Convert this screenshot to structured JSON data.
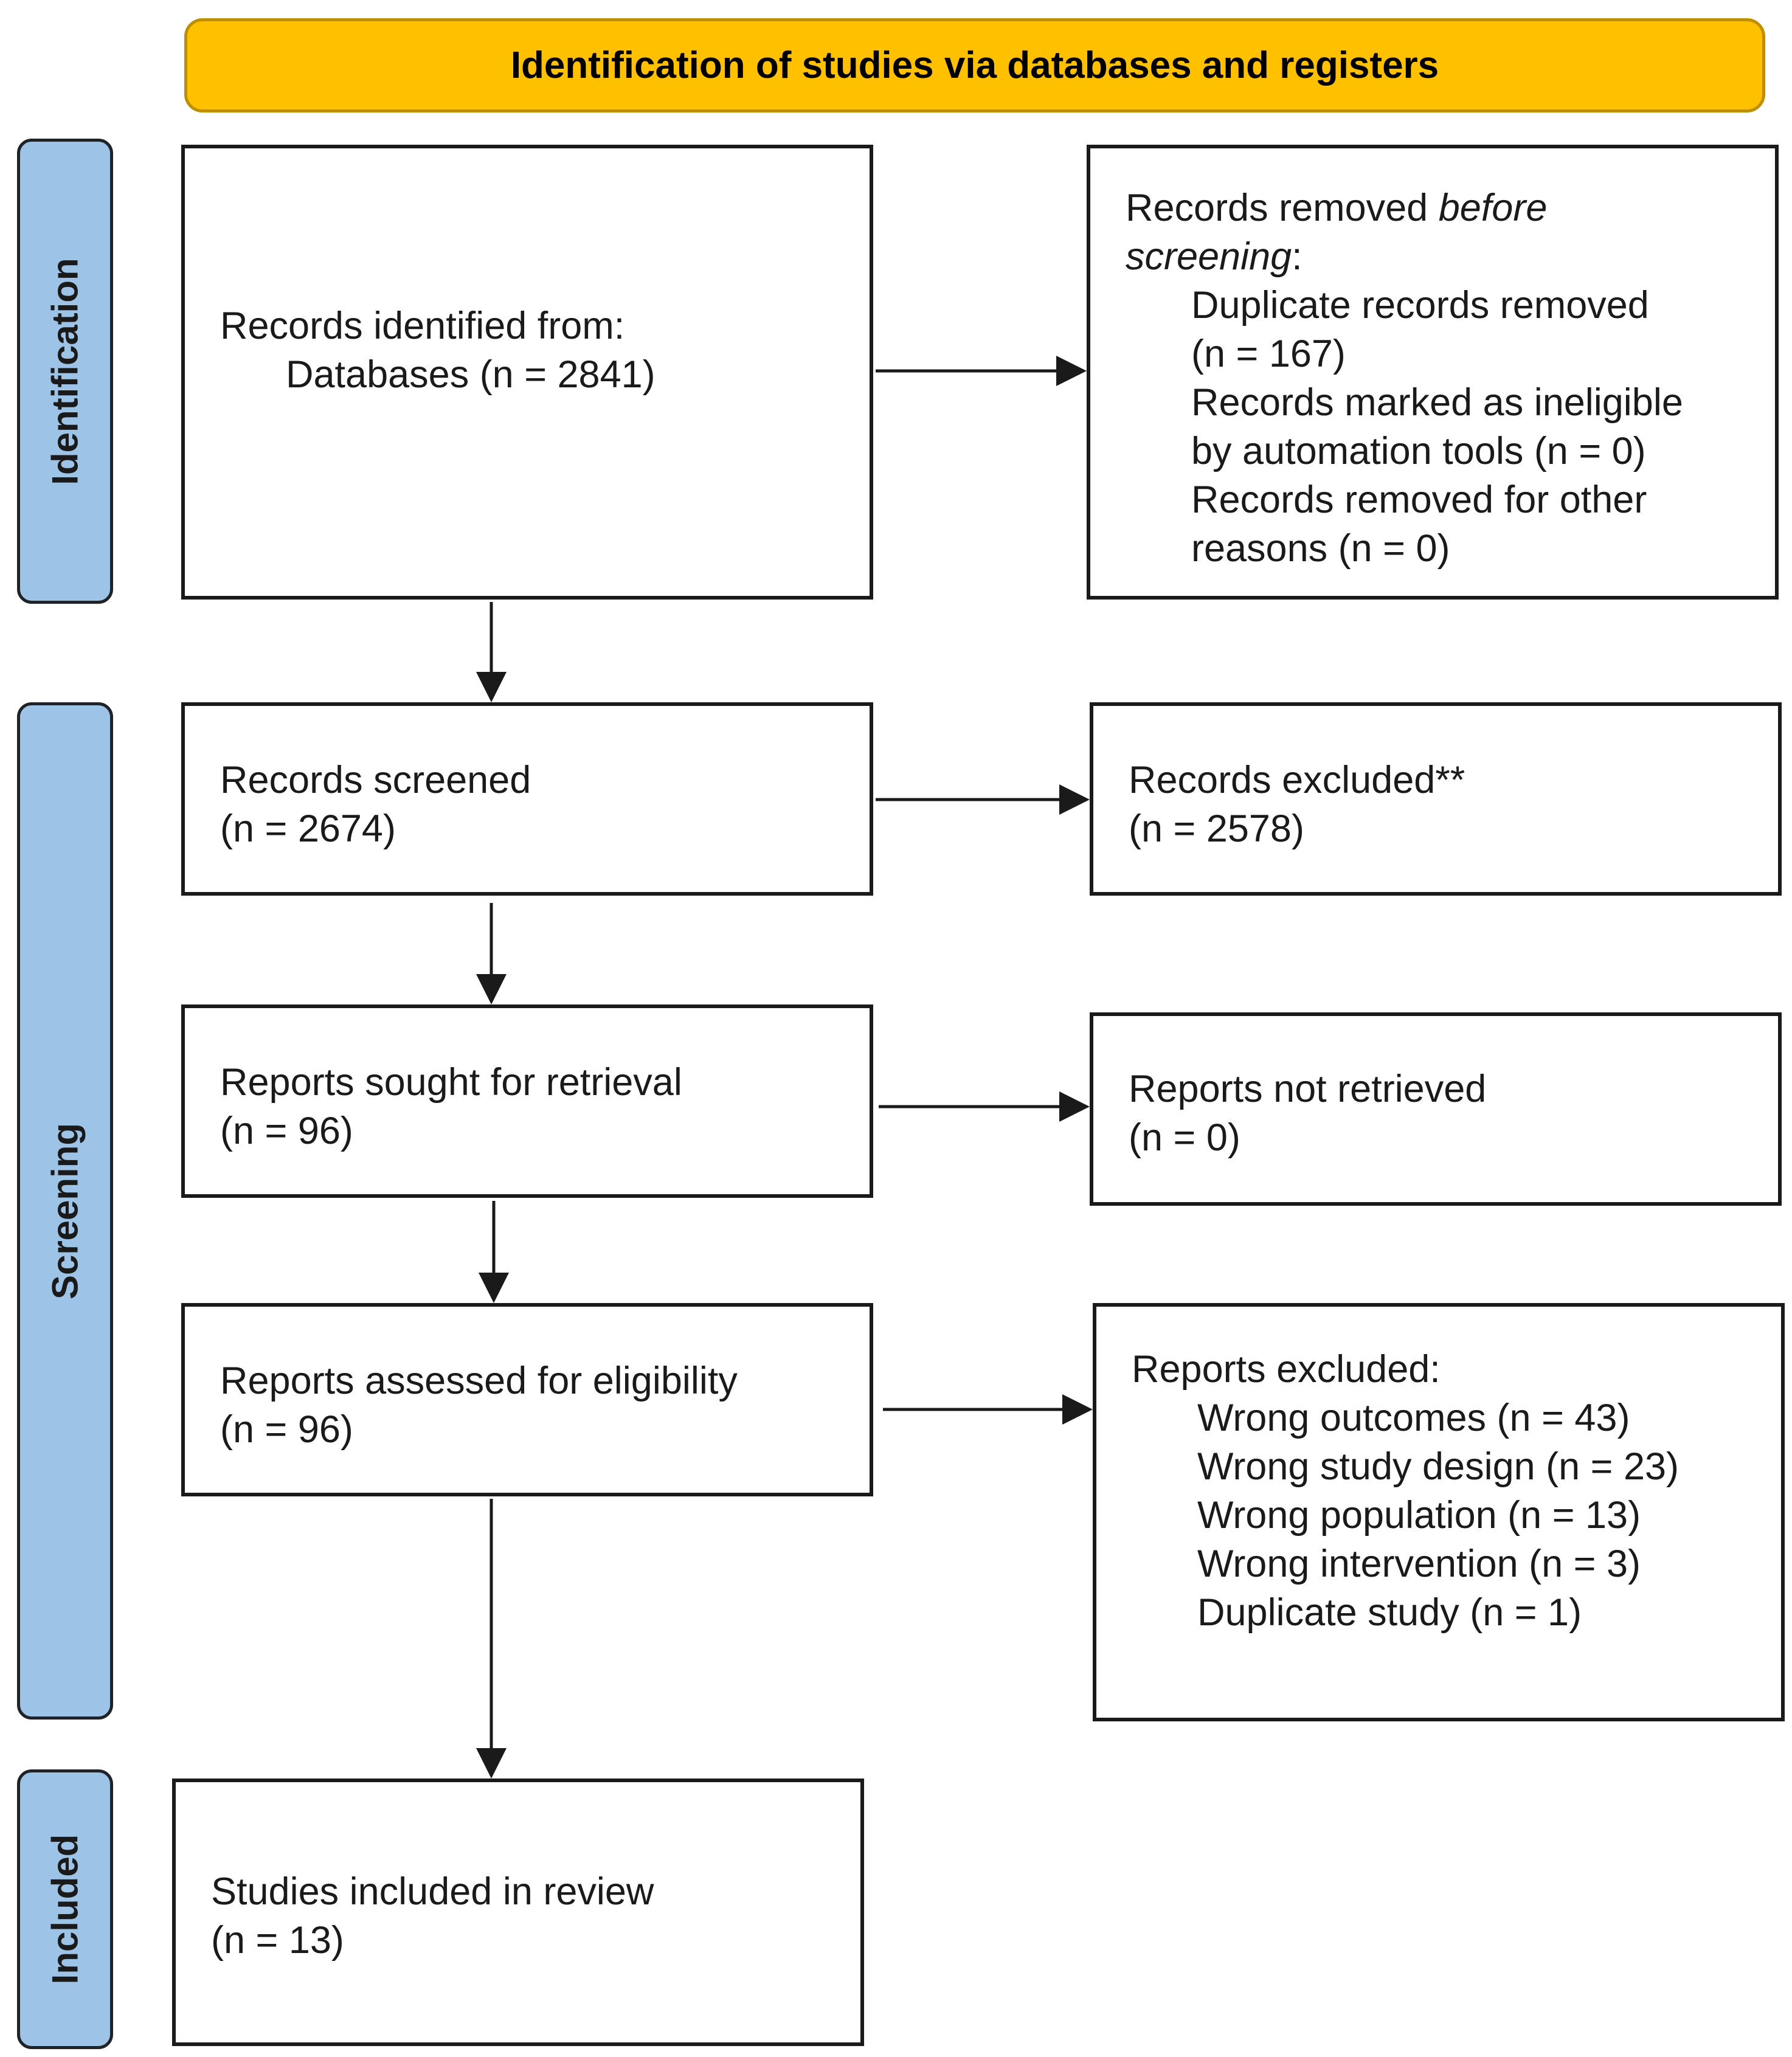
{
  "header": {
    "title": "Identification of studies via databases and registers"
  },
  "phases": {
    "identification": "Identification",
    "screening": "Screening",
    "included": "Included"
  },
  "identified": {
    "line1": "Records identified from:",
    "line2": "Databases (n = 2841)"
  },
  "removed": {
    "line1_a": "Records removed ",
    "line1_b": "before",
    "line2_a": "screening",
    "line2_b": ":",
    "items": [
      "Duplicate records removed",
      "(n = 167)",
      "Records marked as ineligible",
      "by automation tools (n = 0)",
      "Records removed for other",
      "reasons (n = 0)"
    ]
  },
  "screened": {
    "line1": "Records screened",
    "line2": "(n = 2674)"
  },
  "excluded": {
    "line1": "Records excluded**",
    "line2": "(n = 2578)"
  },
  "sought": {
    "line1": "Reports sought for retrieval",
    "line2": "(n = 96)"
  },
  "not_retrieved": {
    "line1": "Reports not retrieved",
    "line2": "(n = 0)"
  },
  "assessed": {
    "line1": "Reports assessed for eligibility",
    "line2": "(n = 96)"
  },
  "reports_excluded": {
    "line1": "Reports excluded:",
    "items": [
      "Wrong outcomes (n = 43)",
      "Wrong study design (n = 23)",
      "Wrong population (n = 13)",
      "Wrong intervention (n = 3)",
      "Duplicate study (n = 1)"
    ]
  },
  "included": {
    "line1": "Studies included in review",
    "line2": "(n = 13)"
  },
  "colors": {
    "header_fill": "#FFC000",
    "phase_fill": "#9DC3E6",
    "box_border": "#1a1a1a"
  }
}
